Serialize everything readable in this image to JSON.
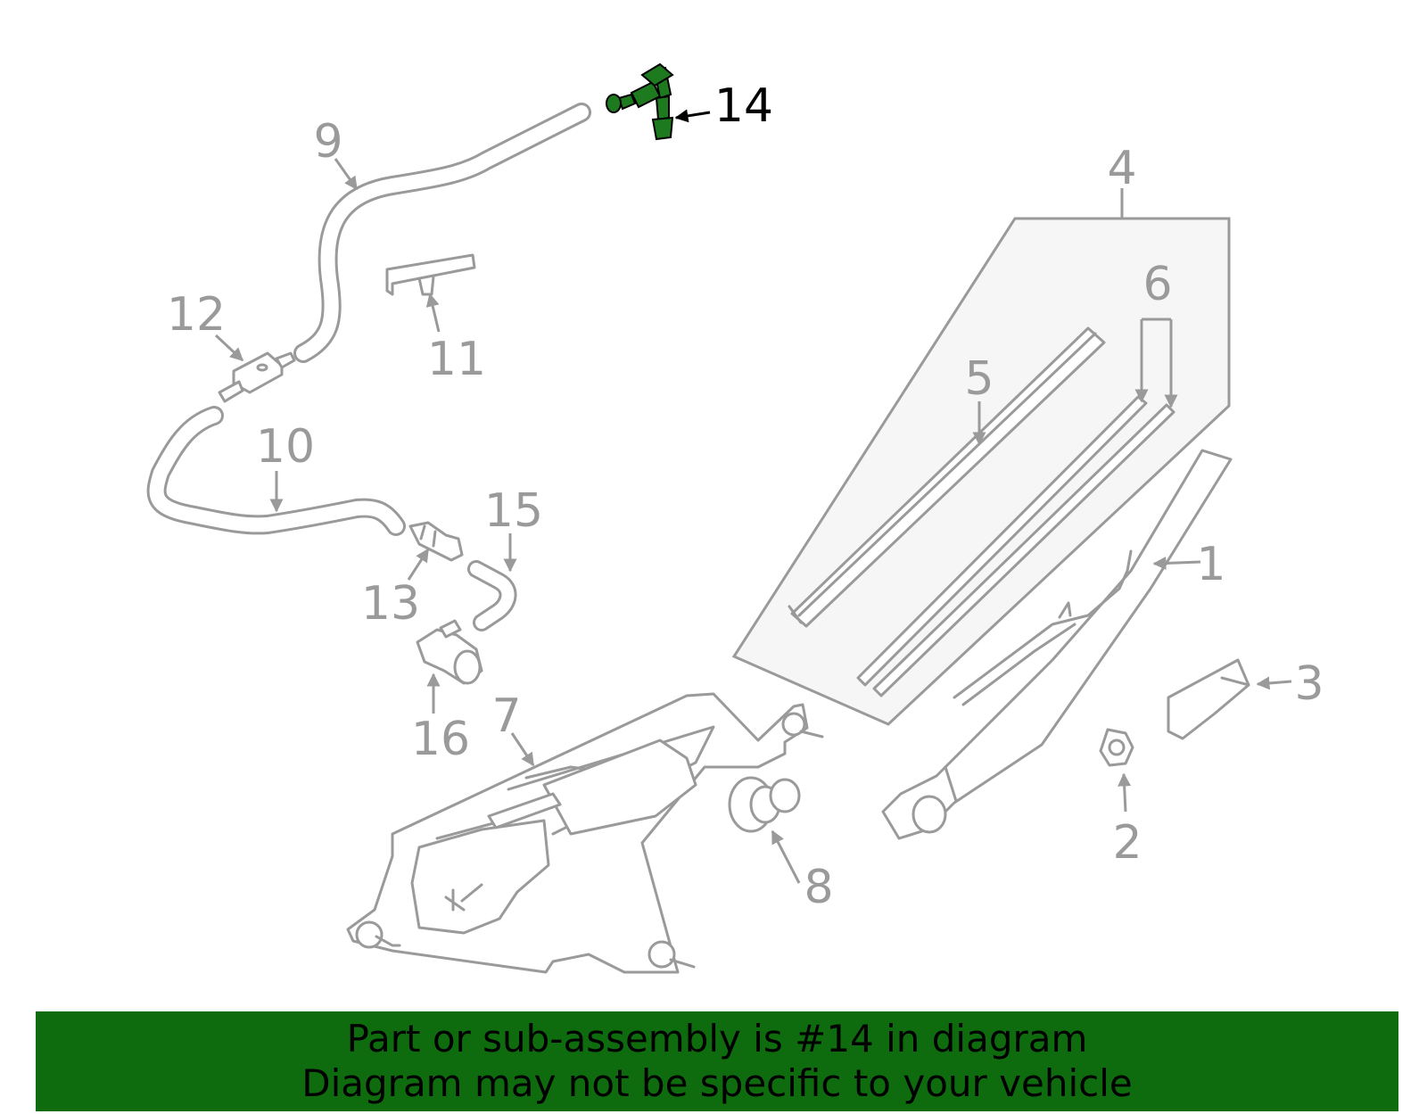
{
  "diagram": {
    "callouts": [
      "1",
      "2",
      "3",
      "4",
      "5",
      "6",
      "7",
      "8",
      "9",
      "10",
      "11",
      "12",
      "13",
      "14",
      "15",
      "16"
    ],
    "highlighted_part": "14",
    "colors": {
      "highlight": "#1e7a1e",
      "line": "#9a9a9a",
      "kit_panel": "#f6f6f6",
      "banner": "#0e6b0e"
    }
  },
  "banner": {
    "line1": "Part or sub-assembly is #14 in diagram",
    "line2": "Diagram may not be specific to your vehicle"
  }
}
